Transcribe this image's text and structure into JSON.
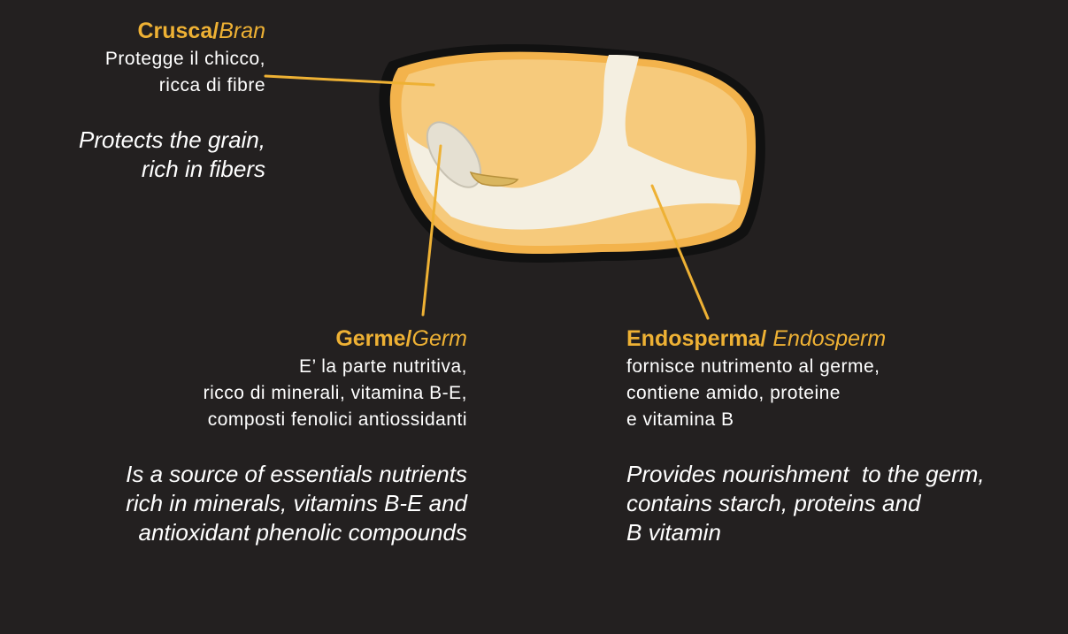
{
  "colors": {
    "background": "#232020",
    "accent": "#eeb134",
    "bran_outer": "#f3b34c",
    "endosperm": "#f6ca7c",
    "pith": "#f4efe1",
    "outline": "#111111",
    "text": "#ffffff"
  },
  "bran": {
    "title_it": "Crusca/",
    "title_en": "Bran",
    "desc_it": [
      "Protegge il chicco,",
      "ricca di fibre"
    ],
    "desc_en": [
      "Protects the grain,",
      "rich in fibers"
    ]
  },
  "germ": {
    "title_it": "Germe/",
    "title_en": "Germ",
    "desc_it": [
      "E’ la parte nutritiva,",
      "ricco di minerali, vitamina B-E,",
      "composti fenolici antiossidanti"
    ],
    "desc_en": [
      "Is a source of essentials nutrients",
      "rich in minerals, vitamins B-E and",
      "antioxidant phenolic compounds"
    ]
  },
  "endosperm": {
    "title_it": "Endosperma/",
    "title_en": "Endosperm",
    "desc_it": [
      "fornisce nutrimento al germe,",
      "contiene amido, proteine",
      "e vitamina B"
    ],
    "desc_en": [
      "Provides nourishment  to the germ,",
      "contains starch, proteins and",
      "B vitamin"
    ]
  }
}
